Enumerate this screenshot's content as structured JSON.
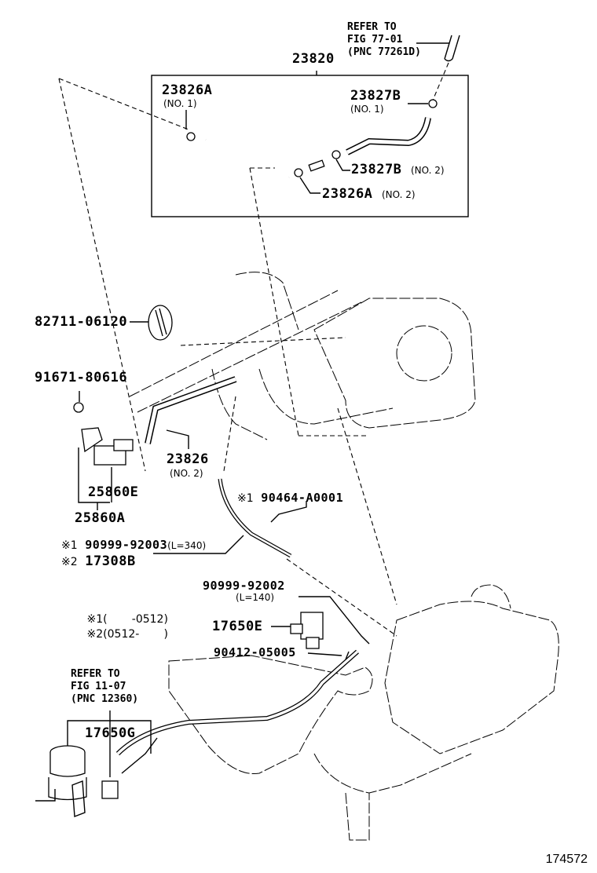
{
  "diagram": {
    "figure_number": "174572",
    "references": [
      {
        "id": "ref-77-01",
        "lines": [
          "REFER TO",
          "FIG 77-01",
          "(PNC 77261D)"
        ]
      },
      {
        "id": "ref-11-07",
        "lines": [
          "REFER TO",
          "FIG 11-07",
          "(PNC 12360)"
        ]
      }
    ],
    "parts": [
      {
        "id": "23820",
        "label": "23820",
        "sub": ""
      },
      {
        "id": "23826A-1",
        "label": "23826A",
        "sub": "(NO. 1)"
      },
      {
        "id": "23827B-1",
        "label": "23827B",
        "sub": "(NO. 1)"
      },
      {
        "id": "23827B-2",
        "label": "23827B",
        "sub": "(NO. 2)"
      },
      {
        "id": "23826A-2",
        "label": "23826A",
        "sub": "(NO. 2)"
      },
      {
        "id": "82711-06120",
        "label": "82711-06120",
        "sub": ""
      },
      {
        "id": "91671-80616",
        "label": "91671-80616",
        "sub": ""
      },
      {
        "id": "23826-2",
        "label": "23826",
        "sub": "(NO. 2)"
      },
      {
        "id": "25860E",
        "label": "25860E",
        "sub": ""
      },
      {
        "id": "25860A",
        "label": "25860A",
        "sub": ""
      },
      {
        "id": "90464-A0001",
        "label": "90464-A0001",
        "sub": "",
        "note_mark": "※1"
      },
      {
        "id": "90999-92003",
        "label": "90999-92003",
        "sub": "(L=340)",
        "note_mark": "※1"
      },
      {
        "id": "17308B",
        "label": "17308B",
        "sub": "",
        "note_mark": "※2"
      },
      {
        "id": "90999-92002",
        "label": "90999-92002",
        "sub": "(L=140)"
      },
      {
        "id": "17650E",
        "label": "17650E",
        "sub": ""
      },
      {
        "id": "90412-05005",
        "label": "90412-05005",
        "sub": ""
      },
      {
        "id": "17650G",
        "label": "17650G",
        "sub": ""
      }
    ],
    "notes": [
      {
        "mark": "※1",
        "range": "(       -0512)"
      },
      {
        "mark": "※2",
        "range": "(0512-       )"
      }
    ]
  }
}
